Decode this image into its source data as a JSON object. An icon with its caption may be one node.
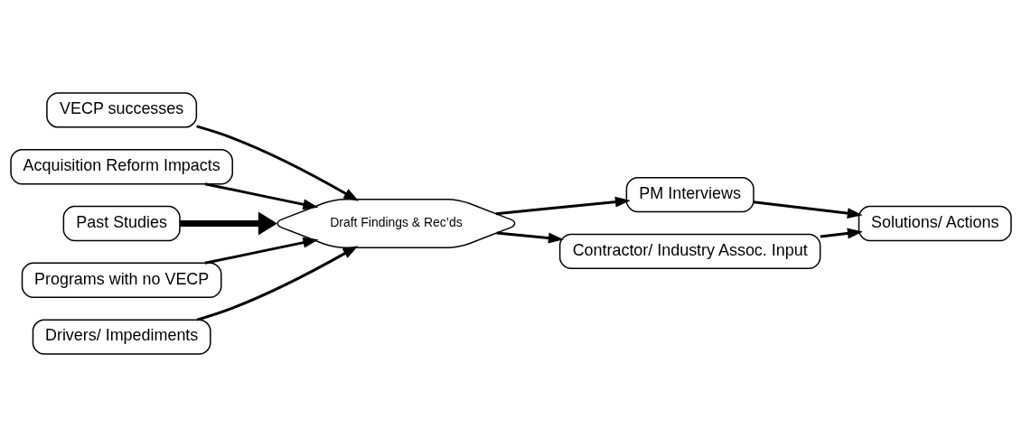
{
  "diagram": {
    "nodes": [
      {
        "text": [
          "VECP successes"
        ]
      },
      {
        "text": [
          "Acquisition Reform Impacts"
        ]
      },
      {
        "text": [
          "PM Interviews"
        ]
      },
      {
        "text": [
          "Past Studies"
        ]
      },
      {
        "text": [
          "Draft Findings & Rec’ds"
        ]
      },
      {
        "text": [
          "Solutions/ Actions"
        ]
      },
      {
        "text": [
          "Programs with no VECP"
        ]
      },
      {
        "text": [
          "Drivers/ Impediments"
        ]
      },
      {
        "text": [
          "Contractor/ Industry Assoc. Input"
        ]
      }
    ],
    "edges": [
      {
        "from": 0,
        "to": 4,
        "arrow": "to"
      },
      {
        "from": 6,
        "to": 4,
        "arrow": "to"
      },
      {
        "from": 3,
        "to": 4,
        "arrow": "to",
        "style": "thick"
      },
      {
        "from": 1,
        "to": 4,
        "arrow": "to"
      },
      {
        "from": 7,
        "to": 4,
        "arrow": "to"
      },
      {
        "from": 4,
        "to": 2,
        "arrow": "to"
      },
      {
        "from": 4,
        "to": 8,
        "arrow": "to"
      },
      {
        "from": 2,
        "to": 5,
        "arrow": "to"
      },
      {
        "from": 8,
        "to": 5,
        "arrow": "to"
      }
    ]
  }
}
